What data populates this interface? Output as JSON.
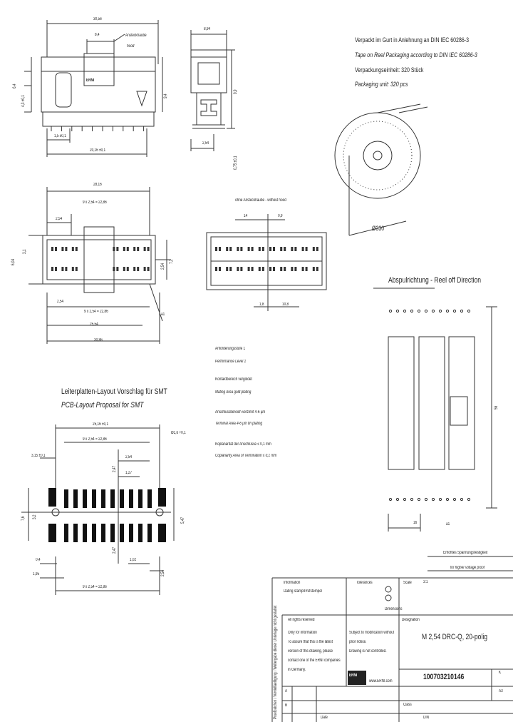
{
  "side_view": {
    "width": "30,56",
    "hood_w": "8,4",
    "hood_label_de": "Ansteckhaube",
    "hood_label_en": "hood",
    "h1": "6,4",
    "h2": "4,3 ±0,1",
    "logo": "ERNI",
    "pitch_start": "1,5 ±0,1",
    "pitch_total": "20,16 ±0,1",
    "right_h": "9,4"
  },
  "front_view": {
    "width": "8,94",
    "h": "9,9",
    "foot": "2,54",
    "tol": "0,75 ±0,1"
  },
  "packaging": {
    "de1": "Verpackt im Gurt in Anlehnung an DIN IEC 60286-3",
    "en1": "Tape on Reel Packaging according to DIN IEC 60286-3",
    "de2": "Verpackungseinheit: 320 Stück",
    "en2": "Packaging unit: 320 pcs",
    "reel_dia": "Ø330"
  },
  "top_view": {
    "w_outer": "28,16",
    "w_inner": "9 x 2,54 = 22,86",
    "pitch": "2,54",
    "h1": "6,04",
    "h2": "3,1",
    "h3": "2,54",
    "h4": "7,2",
    "w_bottom": "25,54",
    "w_total": "30,86",
    "pitch2": "2,54",
    "pitch_bottom": "9 x 2,54 = 22,86",
    "note": "a1"
  },
  "no_hood_view": {
    "label": "ohne Ansteckhaube - without hood",
    "d1": "14",
    "d2": "0,9",
    "d3": "1,8",
    "d4": "10,8"
  },
  "reel_off": {
    "title": "Abspulrichtung - Reel off Direction",
    "dim_h": "56",
    "dim_w": "16",
    "note": "a1"
  },
  "notes": [
    {
      "de": "Anforderungsstufe 1",
      "en": "Performance Level 1"
    },
    {
      "de": "Kontaktbereich vergoldet",
      "en": "Mating Area gold plating"
    },
    {
      "de": "Anschlussbereich verzinnt 4-6 µm",
      "en": "Terminal Area 4-6 µm tin plating"
    },
    {
      "de": "Koplanarität der Anschlüsse ≤ 0,1 mm",
      "en": "Coplanarity Area of Termination ≤ 0,1 mm"
    }
  ],
  "pcb_layout": {
    "title_de": "Leiterplatten-Layout Vorschlag für SMT",
    "title_en": "PCB-Layout Proposal for SMT",
    "w_total": "25,16 ±0,1",
    "w_inner": "9 x 2,54 = 22,86",
    "hole": "Ø1,6 +0,1",
    "edge": "3,15 ±0,1",
    "pitch": "2,54",
    "pad_l": "2,47",
    "pad_w": "1,27",
    "h1": "7,6",
    "h2": "3,2",
    "h3": "5,47",
    "pad_l2": "2,47",
    "pad_w2": "1,02",
    "pitch2": "2,54",
    "off1": "0,4",
    "off2": "1,95",
    "w_bottom": "9 x 2,54 = 22,86"
  },
  "higher_voltage": {
    "de": "Erhöhtes Spannungsfestigkeit",
    "en": "for higher voltage proof"
  },
  "title_block": {
    "info_de": "Information",
    "info_en": "Dating stamp/Prüfstempel",
    "tolerances": "Tolerances",
    "scale_label": "Scale",
    "scale": "3:1",
    "dimensions": "Dimensions",
    "rights": "All rights reserved",
    "only_info": "Only for information",
    "latest": "To assure that this is the latest",
    "version": "version of this drawing, please",
    "contact": "contact one of the ERNI companies",
    "location": "in Germany.",
    "subject1": "Subject to modification without",
    "subject2": "prior notice.",
    "controlled": "Drawing is not controlled.",
    "designation": "Designation",
    "title": "M 2,54 DRC-Q, 20-polig",
    "logo": "ERNI",
    "url": "www.ERNI.com",
    "part_no": "100703210146",
    "rev": "K",
    "sheet": "A3",
    "date_label": "Date",
    "class_label": "Class",
    "class": "DIN",
    "side_vertical": "Pruefzeichen / Vervielfaeltigung / Weitergabe dieser Unterlage nicht gestattet",
    "a": "A",
    "b": "B"
  }
}
